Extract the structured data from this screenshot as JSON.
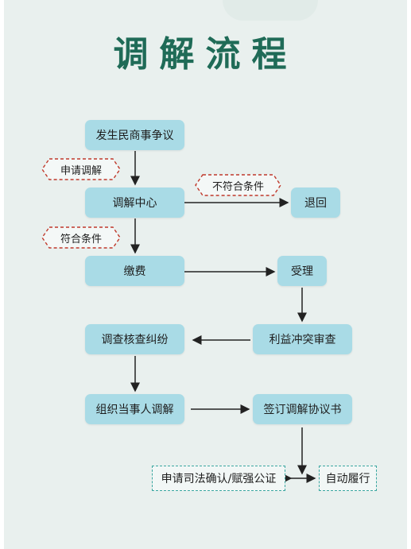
{
  "title": "调解流程",
  "nodes": {
    "dispute": "发生民商事争议",
    "center": "调解中心",
    "withdraw": "退回",
    "fee": "缴费",
    "accept": "受理",
    "verify": "调查核查纠纷",
    "conflict": "利益冲突审查",
    "organize": "组织当事人调解",
    "sign": "签订调解协议书",
    "judicial": "申请司法确认/赋强公证",
    "auto": "自动履行"
  },
  "labels": {
    "apply": "申请调解",
    "not_qualified": "不符合条件",
    "qualified": "符合条件"
  },
  "colors": {
    "title": "#1f6b57",
    "box_fill": "#a9dbe6",
    "hex_border": "#c0392b",
    "dashed_border": "#3aa6a0"
  }
}
